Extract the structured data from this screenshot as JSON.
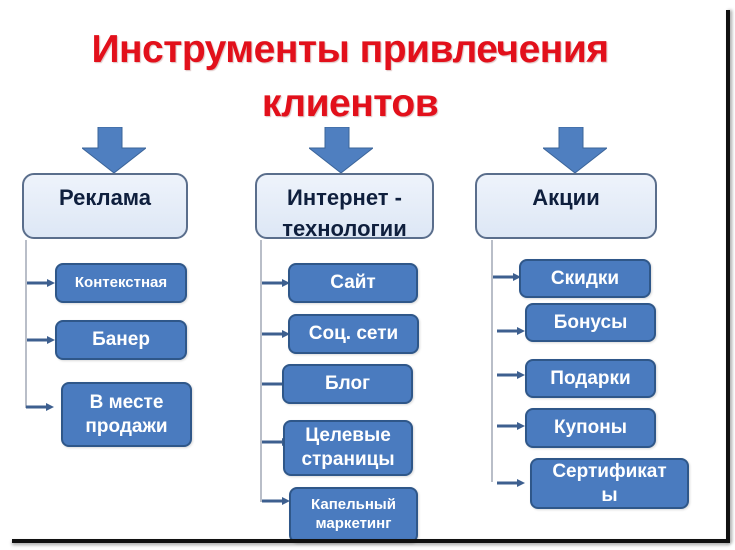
{
  "title": {
    "line1": "Инструменты привлечения",
    "line2": "клиентов",
    "color": "#e2101b"
  },
  "colors": {
    "arrow": "#4f7fc0",
    "header_fill": "#e4ecf8",
    "header_border": "#5a6e8c",
    "item_fill": "#4a7bbf",
    "item_border": "#2f5789",
    "connector_arrow": "#3d5f8f"
  },
  "columns": [
    {
      "header": {
        "line1": "Реклама",
        "line2": ""
      },
      "items": [
        {
          "line1": "Контекстная",
          "line2": ""
        },
        {
          "line1": "Банер",
          "line2": ""
        },
        {
          "line1": "В месте",
          "line2": "продажи"
        }
      ]
    },
    {
      "header": {
        "line1": "Интернет -",
        "line2": "технологии"
      },
      "items": [
        {
          "line1": "Сайт",
          "line2": ""
        },
        {
          "line1": "Соц. сети",
          "line2": ""
        },
        {
          "line1": "Блог",
          "line2": ""
        },
        {
          "line1": "Целевые",
          "line2": "страницы"
        },
        {
          "line1": "Капельный",
          "line2": "маркетинг"
        }
      ]
    },
    {
      "header": {
        "line1": "Акции",
        "line2": ""
      },
      "items": [
        {
          "line1": "Скидки",
          "line2": ""
        },
        {
          "line1": "Бонусы",
          "line2": ""
        },
        {
          "line1": "Подарки",
          "line2": ""
        },
        {
          "line1": "Купоны",
          "line2": ""
        },
        {
          "line1": "Сертификат",
          "line2": "ы"
        }
      ]
    }
  ]
}
